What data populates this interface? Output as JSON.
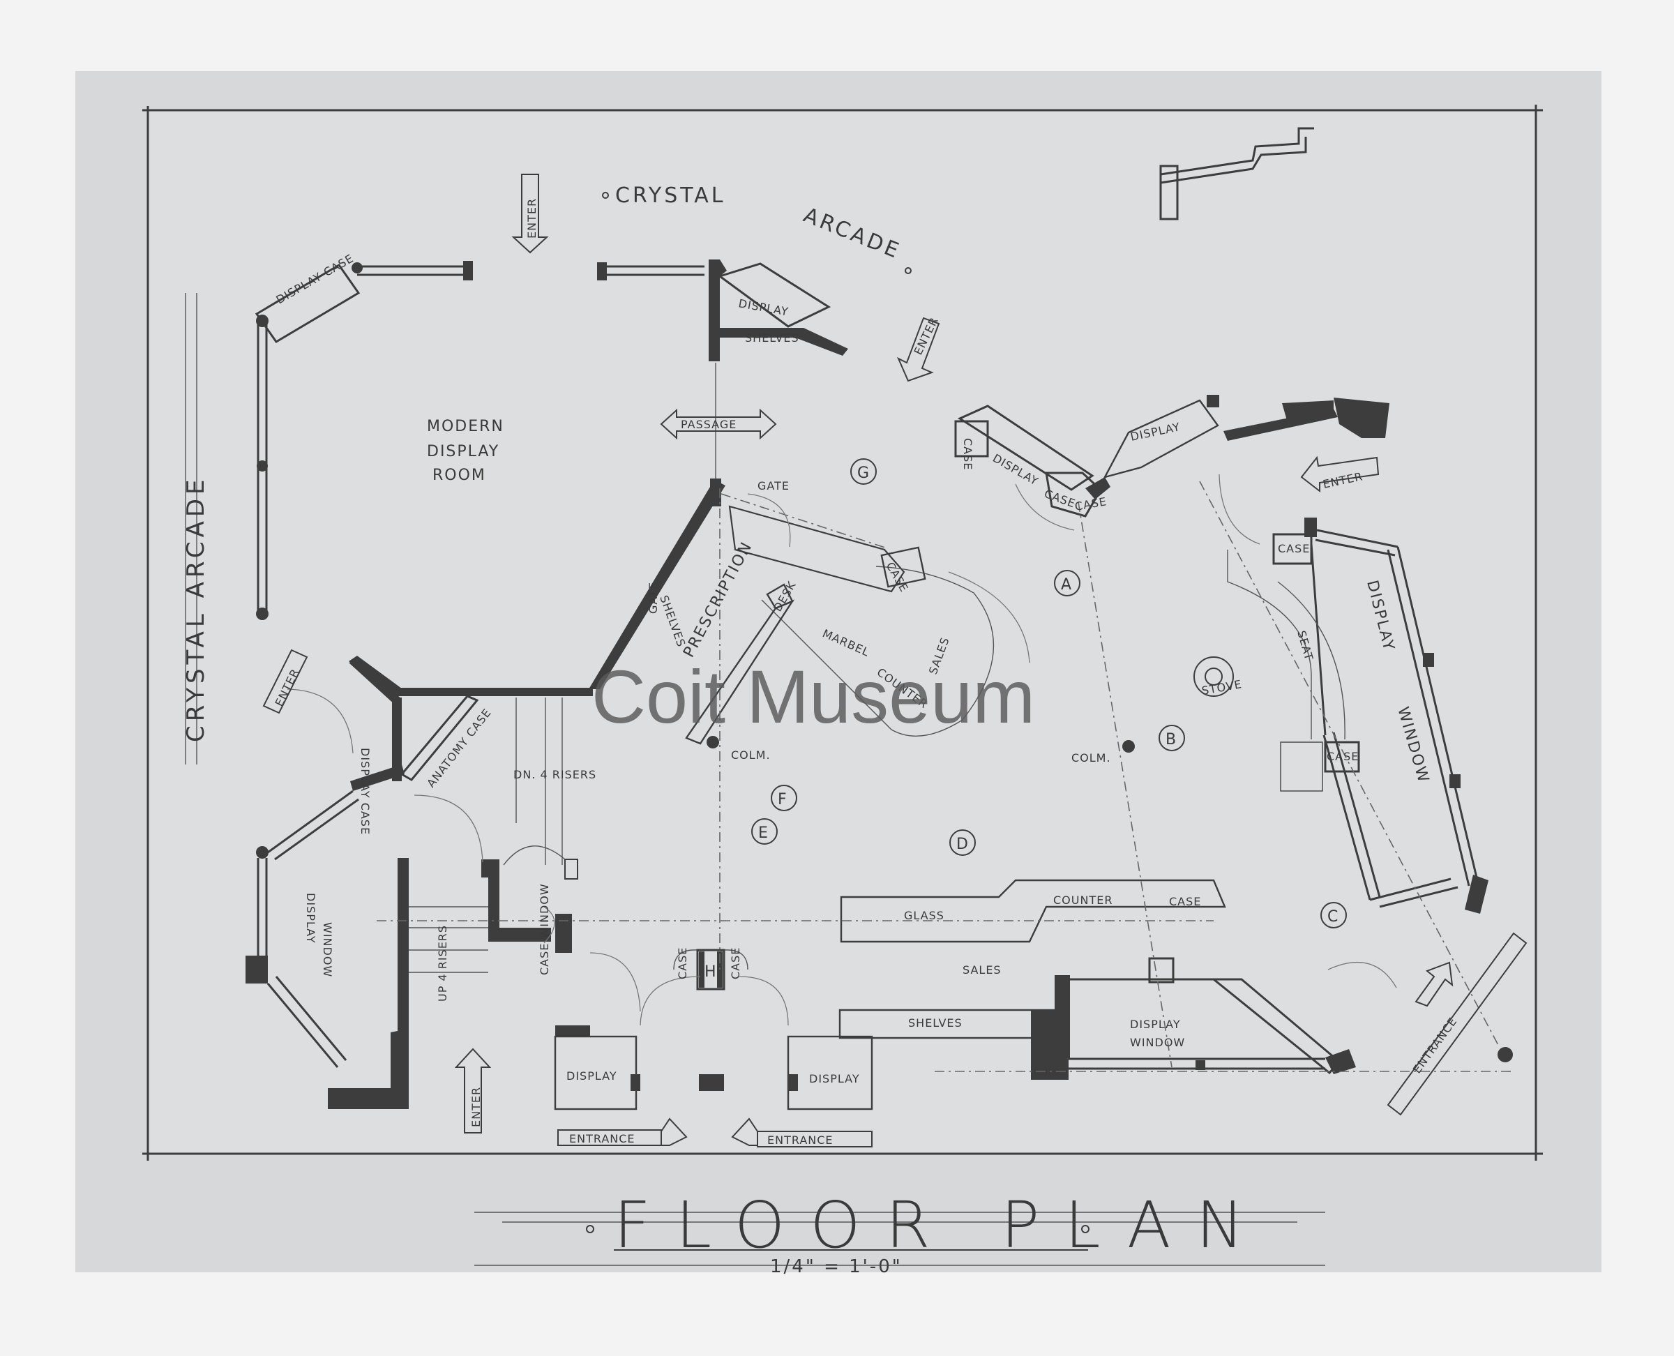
{
  "watermark": "Coit Museum",
  "plan": {
    "title": "FLOOR PLAN",
    "scale": "1/4\" = 1'-0\"",
    "labels": {
      "crystal_arcade_top": "CRYSTAL",
      "arcade_top": "ARCADE",
      "crystal_arcade_left": "CRYSTAL ARCADE",
      "enter": "ENTER",
      "display_case": "DISPLAY CASE",
      "display": "DISPLAY",
      "shelves": "SHELVES",
      "modern": "MODERN",
      "display_word": "DISPLAY",
      "room": "ROOM",
      "passage": "PASSAGE",
      "gate": "GATE",
      "case": "CASE",
      "prescription": "PRESCRIPTION",
      "desk": "DESK",
      "marbel": "MARBEL",
      "counter": "COUNTER",
      "sales": "SALES",
      "colm": "COLM.",
      "seat": "SEAT",
      "stove": "STOVE",
      "window": "WINDOW",
      "anatomy_case": "ANATOMY CASE",
      "down_risers": "DN. 4 RISERS",
      "up_risers": "UP 4 RISERS",
      "case_window": "CASE WINDOW",
      "display_window": "DISPLAY WINDOW",
      "glass": "GLASS",
      "counter_case": "COUNTER",
      "case_word": "CASE",
      "entrance": "ENTRANCE"
    },
    "markers": [
      "A",
      "B",
      "C",
      "D",
      "E",
      "F",
      "G",
      "H"
    ]
  }
}
